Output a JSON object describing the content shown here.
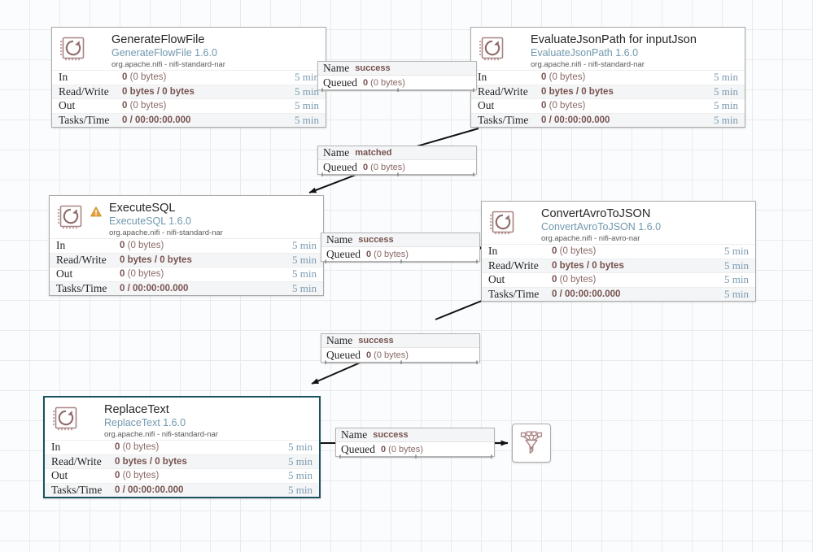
{
  "canvas": {
    "grid_size": 37,
    "background_color": "#fbfcfd",
    "grid_color": "#e8ebec",
    "accent_stop_color": "#d18282",
    "accent_type_color": "#7098ad",
    "selection_color": "#1c5260",
    "warning_color": "#e8a33d"
  },
  "stat_labels": {
    "in": "In",
    "read_write": "Read/Write",
    "out": "Out",
    "tasks_time": "Tasks/Time"
  },
  "connection_labels": {
    "name": "Name",
    "queued": "Queued"
  },
  "processors": [
    {
      "id": "generateflowfile",
      "name": "GenerateFlowFile",
      "type": "GenerateFlowFile 1.6.0",
      "bundle": "org.apache.nifi - nifi-standard-nar",
      "status_icon": "stop-square-icon",
      "selected": false,
      "stats": {
        "in_value": "0",
        "in_detail": "(0 bytes)",
        "in_time": "5 min",
        "read_write_value": "0 bytes / 0 bytes",
        "read_write_time": "5 min",
        "out_value": "0",
        "out_detail": "(0 bytes)",
        "out_time": "5 min",
        "tasks_time_value": "0 / 00:00:00.000",
        "tasks_time_time": "5 min"
      }
    },
    {
      "id": "evaluatejsonpath",
      "name": "EvaluateJsonPath for inputJson",
      "type": "EvaluateJsonPath 1.6.0",
      "bundle": "org.apache.nifi - nifi-standard-nar",
      "status_icon": "stop-square-icon",
      "selected": false,
      "stats": {
        "in_value": "0",
        "in_detail": "(0 bytes)",
        "in_time": "5 min",
        "read_write_value": "0 bytes / 0 bytes",
        "read_write_time": "5 min",
        "out_value": "0",
        "out_detail": "(0 bytes)",
        "out_time": "5 min",
        "tasks_time_value": "0 / 00:00:00.000",
        "tasks_time_time": "5 min"
      }
    },
    {
      "id": "executesql",
      "name": "ExecuteSQL",
      "type": "ExecuteSQL 1.6.0",
      "bundle": "org.apache.nifi - nifi-standard-nar",
      "status_icon": "warning-triangle-icon",
      "selected": false,
      "stats": {
        "in_value": "0",
        "in_detail": "(0 bytes)",
        "in_time": "5 min",
        "read_write_value": "0 bytes / 0 bytes",
        "read_write_time": "5 min",
        "out_value": "0",
        "out_detail": "(0 bytes)",
        "out_time": "5 min",
        "tasks_time_value": "0 / 00:00:00.000",
        "tasks_time_time": "5 min"
      }
    },
    {
      "id": "convertavrotojson",
      "name": "ConvertAvroToJSON",
      "type": "ConvertAvroToJSON 1.6.0",
      "bundle": "org.apache.nifi - nifi-avro-nar",
      "status_icon": "stop-square-icon",
      "selected": false,
      "stats": {
        "in_value": "0",
        "in_detail": "(0 bytes)",
        "in_time": "5 min",
        "read_write_value": "0 bytes / 0 bytes",
        "read_write_time": "5 min",
        "out_value": "0",
        "out_detail": "(0 bytes)",
        "out_time": "5 min",
        "tasks_time_value": "0 / 00:00:00.000",
        "tasks_time_time": "5 min"
      }
    },
    {
      "id": "replacetext",
      "name": "ReplaceText",
      "type": "ReplaceText 1.6.0",
      "bundle": "org.apache.nifi - nifi-standard-nar",
      "status_icon": "stop-square-icon",
      "selected": true,
      "stats": {
        "in_value": "0",
        "in_detail": "(0 bytes)",
        "in_time": "5 min",
        "read_write_value": "0 bytes / 0 bytes",
        "read_write_time": "5 min",
        "out_value": "0",
        "out_detail": "(0 bytes)",
        "out_time": "5 min",
        "tasks_time_value": "0 / 00:00:00.000",
        "tasks_time_time": "5 min"
      }
    }
  ],
  "connections": [
    {
      "id": "conn-generateflowfile-evaluatejsonpath",
      "relationship": "success",
      "queued_value": "0",
      "queued_detail": "(0 bytes)"
    },
    {
      "id": "conn-evaluatejsonpath-executesql",
      "relationship": "matched",
      "queued_value": "0",
      "queued_detail": "(0 bytes)"
    },
    {
      "id": "conn-executesql-convertavrotojson",
      "relationship": "success",
      "queued_value": "0",
      "queued_detail": "(0 bytes)"
    },
    {
      "id": "conn-convertavrotojson-replacetext",
      "relationship": "success",
      "queued_value": "0",
      "queued_detail": "(0 bytes)"
    },
    {
      "id": "conn-replacetext-funnel",
      "relationship": "success",
      "queued_value": "0",
      "queued_detail": "(0 bytes)"
    }
  ],
  "funnel": {
    "id": "funnel-1",
    "icon": "funnel-icon"
  }
}
